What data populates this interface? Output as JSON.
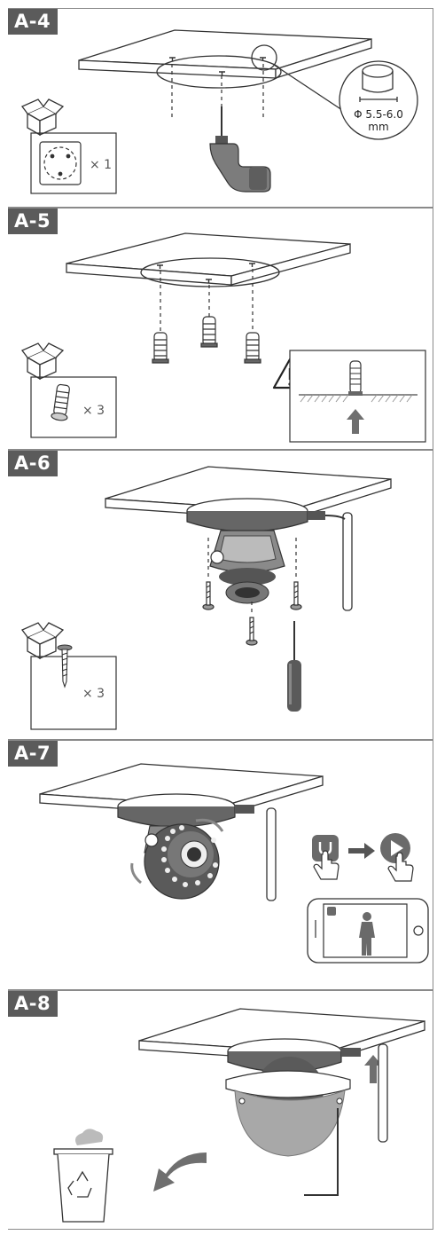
{
  "steps": [
    {
      "label": "A-4",
      "box_qty": "× 1",
      "drill_spec": "Φ 5.5-6.0",
      "drill_unit": "mm"
    },
    {
      "label": "A-5",
      "box_qty": "× 3"
    },
    {
      "label": "A-6",
      "box_qty": "× 3"
    },
    {
      "label": "A-7"
    },
    {
      "label": "A-8"
    }
  ],
  "colors": {
    "label_bg": "#5b5b5b",
    "line": "#333333",
    "fill_gray": "#777777",
    "arrow": "#6f6f6f"
  },
  "icons": [
    "box-icon",
    "drill-icon",
    "anchor-icon",
    "screw-icon",
    "screwdriver-icon",
    "warning-icon",
    "camera-icon",
    "antenna-icon",
    "app-icon",
    "play-icon",
    "hand-pointer-icon",
    "phone-icon",
    "person-icon",
    "recycle-bin-icon",
    "arrow-icon"
  ]
}
